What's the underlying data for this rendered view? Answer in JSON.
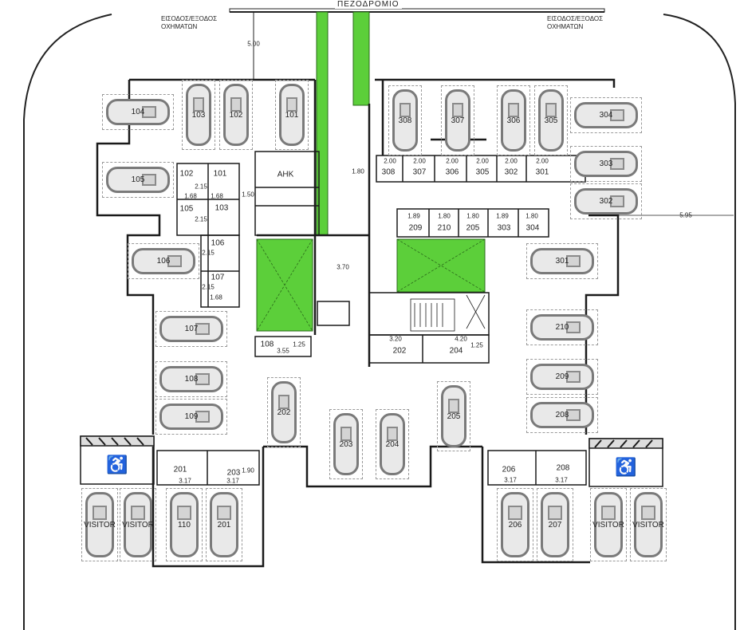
{
  "street_label": "ΠΕΖΟΔΡΟΜΙΟ",
  "entrances": [
    {
      "line1": "ΕΙΣΟΔΟΣ/ΕΞΟΔΟΣ",
      "line2": "ΟΧΗΜΑΤΩΝ"
    },
    {
      "line1": "ΕΙΣΟΔΟΣ/ΕΞΟΔΟΣ",
      "line2": "ΟΧΗΜΑΤΩΝ"
    }
  ],
  "colors": {
    "garden": "#5ccf3a",
    "wall": "#1a1a1a",
    "car": "#7a7a7a"
  },
  "parking_spaces": [
    "104",
    "105",
    "106",
    "107",
    "108",
    "109",
    "304",
    "303",
    "302",
    "301",
    "210",
    "209",
    "208",
    "103",
    "102",
    "101",
    "308",
    "307",
    "306",
    "305",
    "202",
    "203",
    "204",
    "205",
    "VISITOR",
    "VISITOR",
    "110",
    "201",
    "206",
    "207",
    "VISITOR",
    "VISITOR"
  ],
  "rooms": [
    "102",
    "101",
    "105",
    "103",
    "106",
    "107",
    "108",
    "ΑΗΚ",
    "308",
    "307",
    "306",
    "305",
    "302",
    "301",
    "209",
    "210",
    "205",
    "303",
    "304",
    "202",
    "204",
    "201",
    "203",
    "206",
    "208"
  ],
  "dimensions": [
    "5.00",
    "1.80",
    "2.00",
    "2.00",
    "2.00",
    "2.00",
    "2.00",
    "2.00",
    "1.89",
    "1.80",
    "1.80",
    "1.89",
    "1.80",
    "2.15",
    "1.68",
    "1.68",
    "2.15",
    "1.50",
    "2.15",
    "2.15",
    "1.68",
    "3.70",
    "1.25",
    "3.55",
    "3.20",
    "4.20",
    "1.25",
    "1.90",
    "3.17",
    "3.17",
    "3.17",
    "3.17",
    "5.95"
  ],
  "accessible_bays": [
    "wheelchair-symbol",
    "wheelchair-symbol"
  ]
}
